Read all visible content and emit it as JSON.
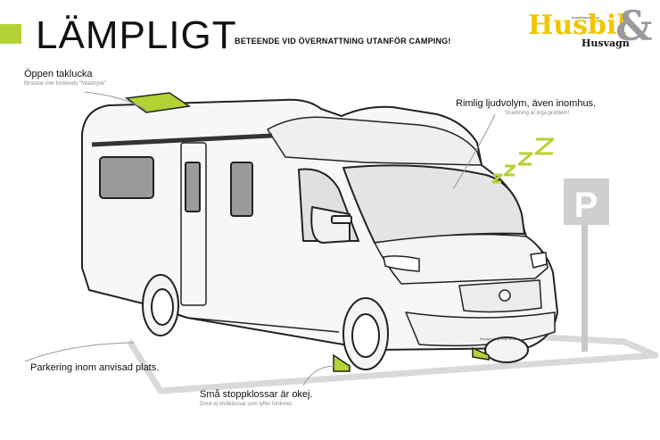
{
  "header": {
    "title": "LÄMPLIGT",
    "subtitle": "BETEENDE VID ÖVERNATTNING UTANFÖR CAMPING!",
    "accent_color": "#b3d335"
  },
  "logo": {
    "main": "Husbil",
    "ampersand": "&",
    "sub": "Husvagn",
    "small": "husbilhusvagn.se",
    "main_color": "#f2c500",
    "amp_color": "#9a9a9a"
  },
  "annotations": {
    "hatch": {
      "title": "Öppen taklucka",
      "note": "förstorar inte fordonets \"fotavtryck\""
    },
    "volume": {
      "title": "Rimlig ljudvolym, även inomhus.",
      "note": "Snarkning är inga problem!"
    },
    "parking": {
      "title": "Parkering inom anvisad plats."
    },
    "chocks": {
      "title": "Små stoppklossar är okej.",
      "note": "Dock ej nivåklossar som lyfter fordonet."
    }
  },
  "illustration": {
    "sleep_symbol": "z z Z Z",
    "parking_sign_letter": "P",
    "vehicle_badge": "Designed by Villy Wölke",
    "hatch_color": "#b3d335",
    "body_color": "#f7f7f7",
    "glass_color": "#e4e4e4"
  }
}
